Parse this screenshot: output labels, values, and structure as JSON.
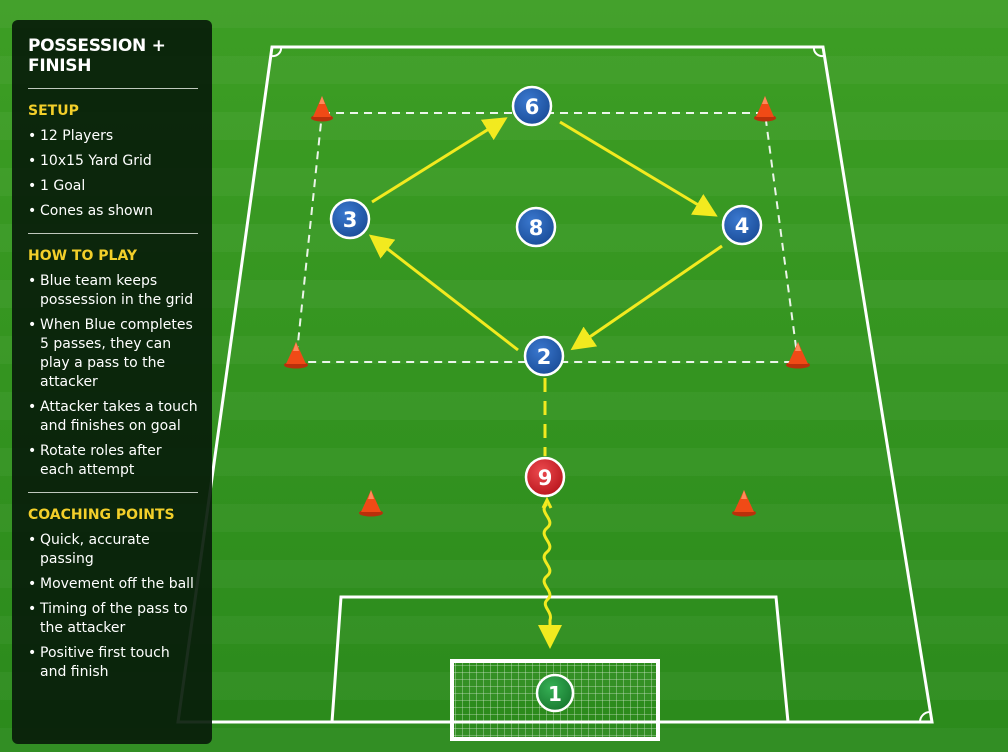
{
  "panel": {
    "title": "POSSESSION + FINISH",
    "sections": [
      {
        "heading": "SETUP",
        "items": [
          "12 Players",
          "10x15 Yard Grid",
          "1 Goal",
          "Cones as shown"
        ]
      },
      {
        "heading": "HOW TO PLAY",
        "items": [
          "Blue team keeps possession in the grid",
          "When Blue completes 5 passes, they can play a pass to the attacker",
          "Attacker takes a touch and finishes on goal",
          "Rotate roles after each attempt"
        ]
      },
      {
        "heading": "COACHING POINTS",
        "items": [
          "Quick, accurate passing",
          "Movement off the ball",
          "Timing of the pass to the attacker",
          "Positive first touch and finish"
        ]
      }
    ]
  },
  "bullet": "•",
  "players": [
    {
      "number": "6",
      "team": "blue"
    },
    {
      "number": "3",
      "team": "blue"
    },
    {
      "number": "8",
      "team": "blue"
    },
    {
      "number": "4",
      "team": "blue"
    },
    {
      "number": "2",
      "team": "blue"
    },
    {
      "number": "9",
      "team": "red"
    },
    {
      "number": "1",
      "team": "green"
    }
  ],
  "colors": {
    "blue_player": "#1f56a6",
    "red_player": "#d4232a",
    "keeper": "#1f8a3c",
    "pass_arrow": "#f2ea1f",
    "cone": "#f04a16",
    "heading": "#f3cf2a"
  }
}
